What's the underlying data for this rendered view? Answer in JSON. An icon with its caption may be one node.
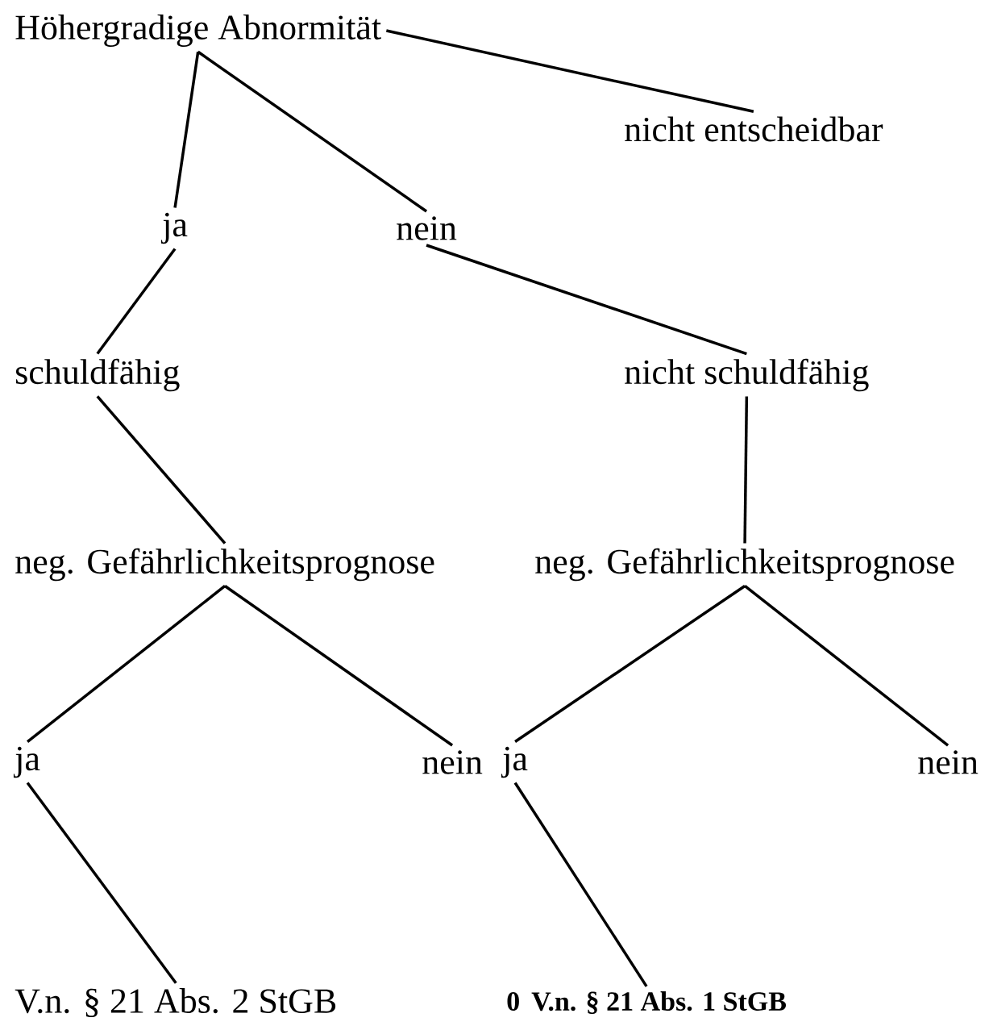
{
  "diagram": {
    "nodes": [
      {
        "text": [
          "Höhergradige Abnormität"
        ]
      },
      {
        "text": [
          "nicht entscheidbar"
        ]
      },
      {
        "text": [
          "ja"
        ]
      },
      {
        "text": [
          "nein"
        ]
      },
      {
        "text": [
          "schuldfähig"
        ]
      },
      {
        "text": [
          "nicht schuldfähig"
        ]
      },
      {
        "text": [
          "neg. Gefährlichkeitsprognose"
        ]
      },
      {
        "text": [
          "neg. Gefährlichkeitsprognose"
        ]
      },
      {
        "text": [
          "ja"
        ]
      },
      {
        "text": [
          "nein"
        ]
      },
      {
        "text": [
          "ja"
        ]
      },
      {
        "text": [
          "nein"
        ]
      },
      {
        "text": [
          "V.n. § 21 Abs. 2 StGB"
        ]
      },
      {
        "text": [
          "0",
          "V.n. § 21 Abs. 1 StGB"
        ]
      }
    ],
    "edges": [
      {
        "from": 0,
        "to": 2,
        "arrow": "none"
      },
      {
        "from": 0,
        "to": 3,
        "arrow": "none"
      },
      {
        "from": 0,
        "to": 1,
        "arrow": "none"
      },
      {
        "from": 2,
        "to": 4,
        "arrow": "none"
      },
      {
        "from": 3,
        "to": 5,
        "arrow": "none"
      },
      {
        "from": 4,
        "to": 6,
        "arrow": "none"
      },
      {
        "from": 5,
        "to": 7,
        "arrow": "none"
      },
      {
        "from": 6,
        "to": 8,
        "arrow": "none"
      },
      {
        "from": 6,
        "to": 9,
        "arrow": "none"
      },
      {
        "from": 7,
        "to": 10,
        "arrow": "none"
      },
      {
        "from": 7,
        "to": 11,
        "arrow": "none"
      },
      {
        "from": 8,
        "to": 12,
        "arrow": "none"
      },
      {
        "from": 10,
        "to": 13,
        "arrow": "none"
      }
    ]
  }
}
